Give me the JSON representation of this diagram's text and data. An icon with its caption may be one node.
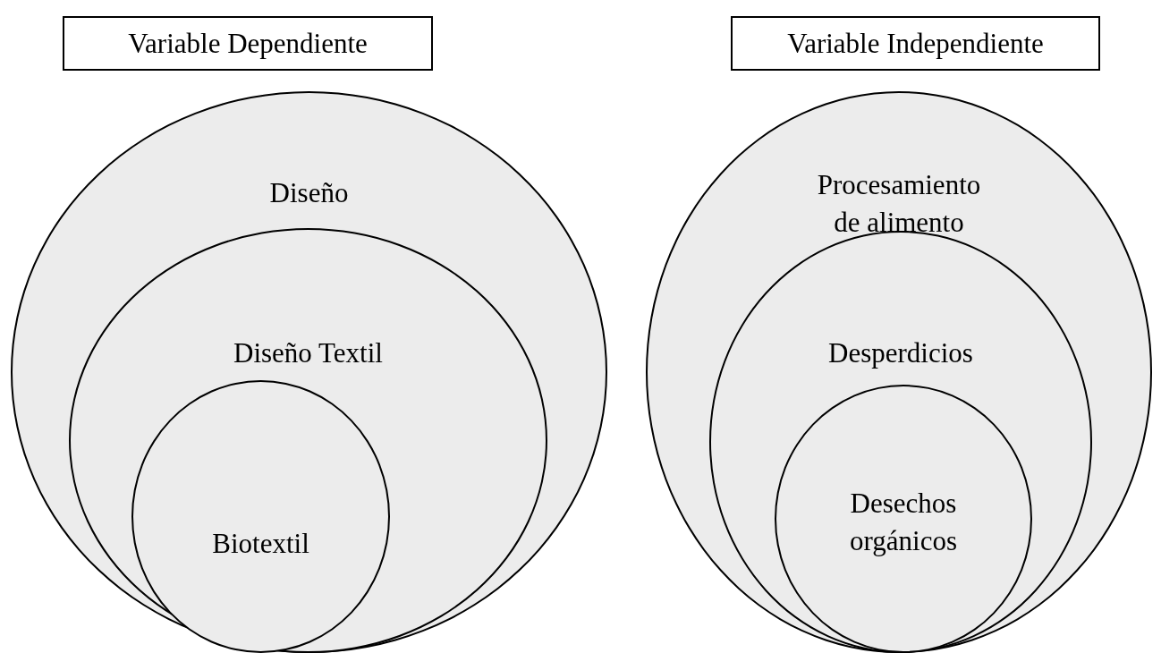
{
  "diagram": {
    "nodes": [
      {
        "text": [
          "Variable Dependiente"
        ]
      },
      {
        "text": [
          "Variable Independiente"
        ]
      },
      {
        "text": [
          "Diseño"
        ]
      },
      {
        "text": [
          "Diseño Textil"
        ],
        "in": 2
      },
      {
        "text": [
          "Biotextil"
        ],
        "in": 3
      },
      {
        "text": [
          "Procesamiento de alimento"
        ]
      },
      {
        "text": [
          "Desperdicios"
        ],
        "in": 5
      },
      {
        "text": [
          "Desechos orgánicos"
        ],
        "in": 6
      }
    ],
    "edges": []
  }
}
